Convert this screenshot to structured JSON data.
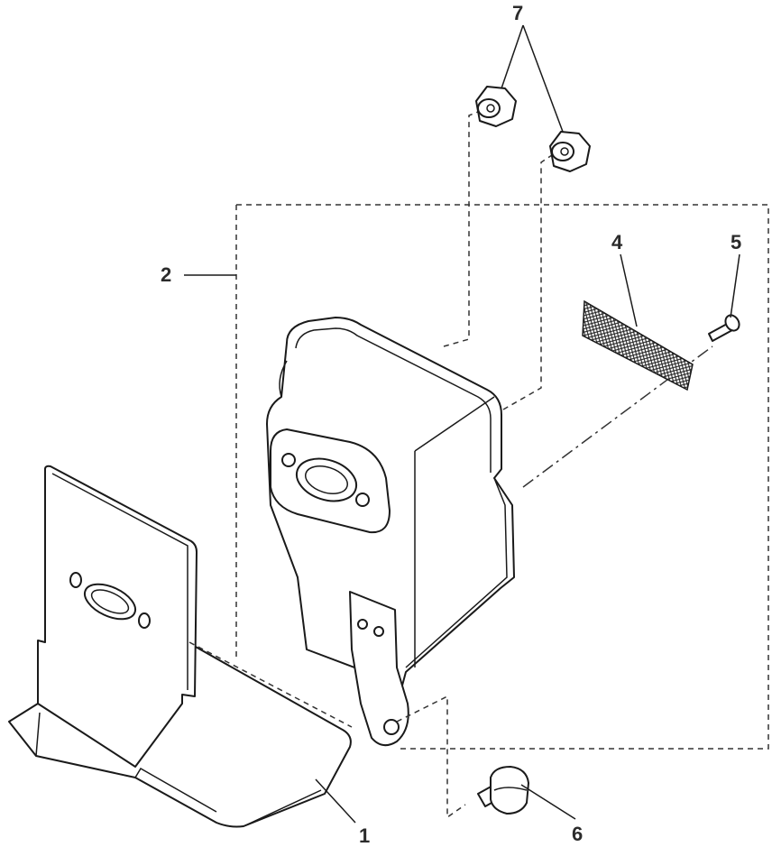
{
  "callouts": [
    {
      "id": "1",
      "label": "1"
    },
    {
      "id": "2",
      "label": "2"
    },
    {
      "id": "4",
      "label": "4"
    },
    {
      "id": "5",
      "label": "5"
    },
    {
      "id": "6",
      "label": "6"
    },
    {
      "id": "7",
      "label": "7"
    }
  ]
}
